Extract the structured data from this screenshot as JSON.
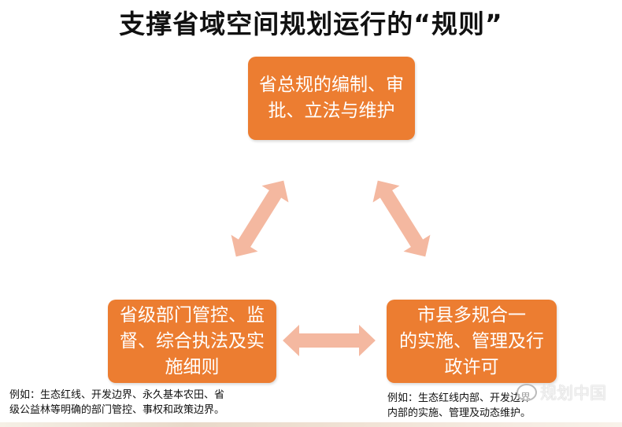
{
  "title": "支撑省域空间规划运行的“规则”",
  "boxes": {
    "top": [
      "省总规的编制、审",
      "批、立法与维护"
    ],
    "left": [
      "省级部门管控、监",
      "督、综合执法及实",
      "施细则"
    ],
    "right": [
      "市县多规合一",
      "的实施、管理及行",
      "政许可"
    ]
  },
  "notes": {
    "left": [
      "例如：生态红线、开发边界、永久基本农田、省",
      "级公益林等明确的部门管控、事权和政策边界。"
    ],
    "right": [
      "例如：生态红线内部、开发边界",
      "内部的实施、管理及动态维护。"
    ]
  },
  "watermark": "规划中国",
  "colors": {
    "box": "#ec7d31",
    "arrow": "#f4b8a0"
  }
}
